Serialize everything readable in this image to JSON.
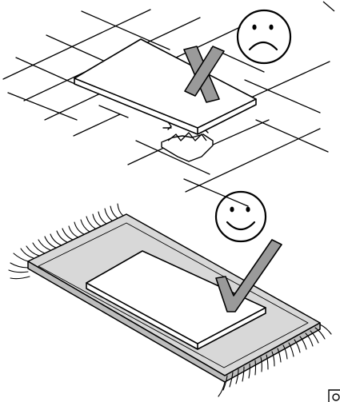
{
  "diagram": {
    "top_panel": {
      "surface": "tiled-floor",
      "object": "flat-panel-lying-on-hard-floor",
      "result": "damaged-corner",
      "verdict_icon": "cross-mark-icon",
      "face_icon": "sad-face-icon"
    },
    "bottom_panel": {
      "surface": "fringed-rug",
      "object": "flat-panel-lying-on-rug",
      "result": "no-damage",
      "verdict_icon": "check-mark-icon",
      "face_icon": "happy-face-icon"
    },
    "colors": {
      "line": "#000000",
      "panel": "#ffffff",
      "rug_fill": "#d4d4d4",
      "mark_fill": "#9a9a9a"
    }
  }
}
